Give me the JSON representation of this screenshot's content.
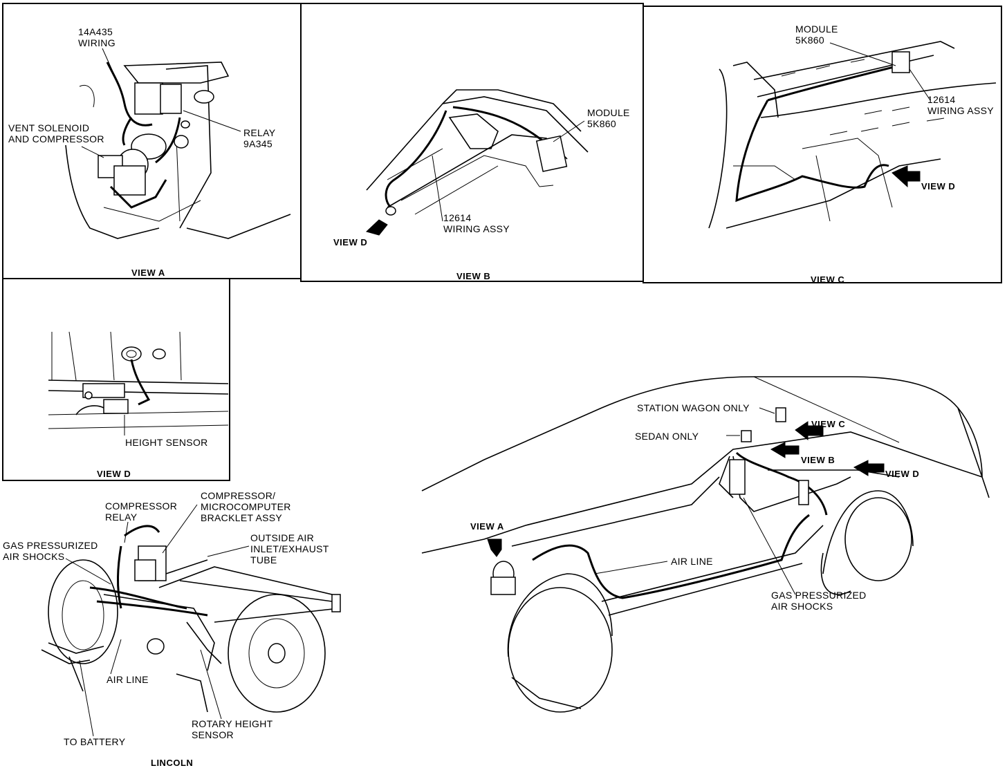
{
  "panels": {
    "view_a": {
      "caption": "VIEW A",
      "wiring_label": "14A435\nWIRING",
      "relay_label": "RELAY\n9A345",
      "vent_label": "VENT SOLENOID\nAND COMPRESSOR"
    },
    "view_b": {
      "caption": "VIEW B",
      "module_label": "MODULE\n5K860",
      "wiring_assy_label": "12614\nWIRING ASSY",
      "view_d_label": "VIEW D"
    },
    "view_c": {
      "caption": "VIEW C",
      "module_label": "MODULE\n5K860",
      "wiring_assy_label": "12614\nWIRING ASSY",
      "view_d_label": "VIEW D"
    },
    "view_d": {
      "caption": "VIEW D",
      "height_sensor_label": "HEIGHT SENSOR"
    }
  },
  "lincoln": {
    "caption": "LINCOLN",
    "compressor_relay": "COMPRESSOR\nRELAY",
    "bracket_assy": "COMPRESSOR/\nMICROCOMPUTER\nBRACKLET ASSY",
    "outside_air": "OUTSIDE AIR\nINLET/EXHAUST\nTUBE",
    "gas_shocks": "GAS PRESSURIZED\nAIR SHOCKS",
    "air_line": "AIR LINE",
    "to_battery": "TO BATTERY",
    "rotary_sensor": "ROTARY HEIGHT\nSENSOR"
  },
  "car": {
    "station_wagon_only": "STATION WAGON ONLY",
    "sedan_only": "SEDAN ONLY",
    "view_c": "VIEW C",
    "view_b": "VIEW B",
    "view_d": "VIEW D",
    "view_a": "VIEW A",
    "air_line": "AIR LINE",
    "gas_shocks": "GAS PRESSURIZED\nAIR SHOCKS"
  }
}
